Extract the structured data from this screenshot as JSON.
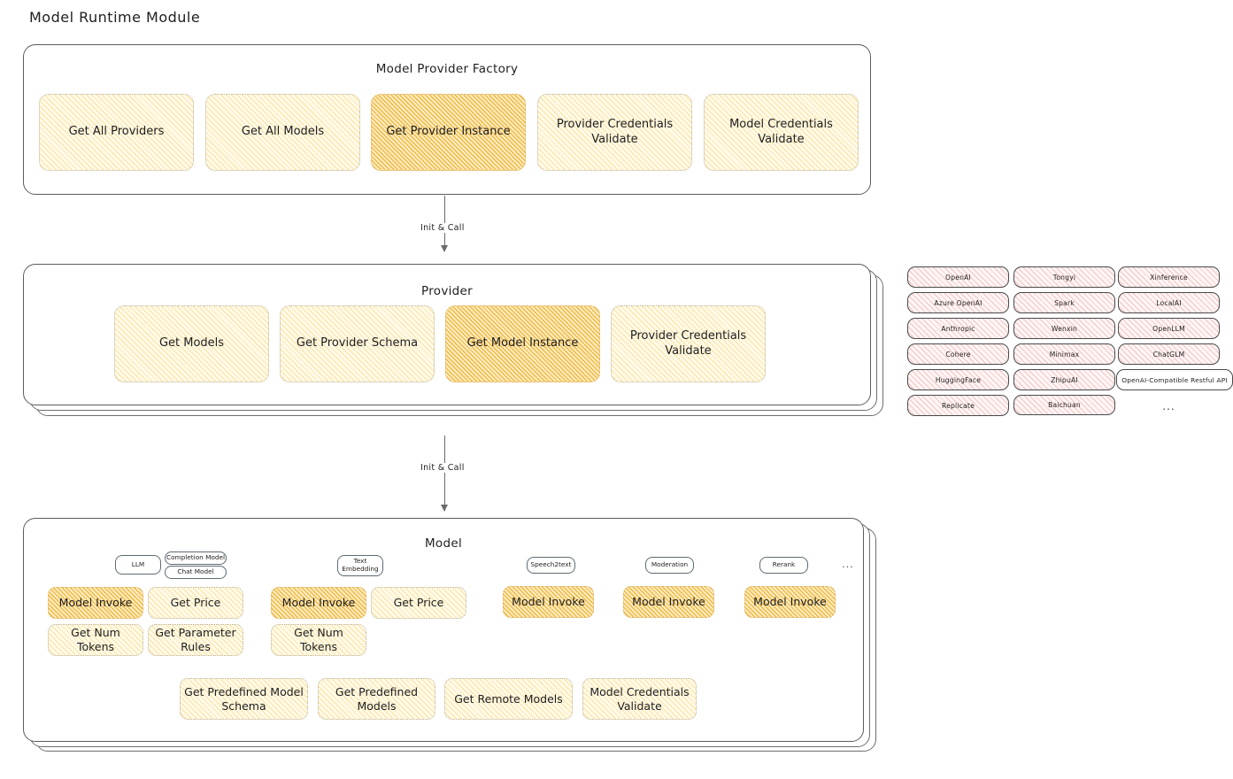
{
  "page": {
    "title": "Model Runtime Module"
  },
  "factory": {
    "title": "Model Provider Factory",
    "methods": [
      {
        "label": "Get All Providers",
        "highlight": false
      },
      {
        "label": "Get All Models",
        "highlight": false
      },
      {
        "label": "Get Provider Instance",
        "highlight": true
      },
      {
        "label": "Provider Credentials Validate",
        "highlight": false
      },
      {
        "label": "Model Credentials Validate",
        "highlight": false
      }
    ]
  },
  "arrow1": {
    "label": "Init & Call"
  },
  "provider": {
    "title": "Provider",
    "methods": [
      {
        "label": "Get Models",
        "highlight": false
      },
      {
        "label": "Get Provider Schema",
        "highlight": false
      },
      {
        "label": "Get Model Instance",
        "highlight": true
      },
      {
        "label": "Provider Credentials Validate",
        "highlight": false
      }
    ]
  },
  "arrow2": {
    "label": "Init & Call"
  },
  "provider_list": {
    "columns": [
      [
        "OpenAI",
        "Azure OpenAI",
        "Anthropic",
        "Cohere",
        "HuggingFace",
        "Replicate"
      ],
      [
        "Tongyi",
        "Spark",
        "Wenxin",
        "Minimax",
        "ZhipuAI",
        "Baichuan"
      ],
      [
        "Xinference",
        "LocalAI",
        "OpenLLM",
        "ChatGLM",
        "OpenAI-Compatible Restful API"
      ]
    ],
    "more": "..."
  },
  "model": {
    "title": "Model",
    "more": "...",
    "types": [
      {
        "chip": "LLM",
        "chip_accent": true,
        "subchips": [
          "Completion Model",
          "Chat Model"
        ],
        "methods": [
          "Model Invoke",
          "Get Price",
          "Get Num Tokens",
          "Get Parameter Rules"
        ]
      },
      {
        "chip": "Text\nEmbedding",
        "chip_accent": true,
        "subchips": [],
        "methods": [
          "Model Invoke",
          "Get Price",
          "Get Num Tokens"
        ]
      },
      {
        "chip": "Speech2text",
        "chip_accent": true,
        "subchips": [],
        "methods": [
          "Model Invoke"
        ]
      },
      {
        "chip": "Moderation",
        "chip_accent": true,
        "subchips": [],
        "methods": [
          "Model Invoke"
        ]
      },
      {
        "chip": "Rerank",
        "chip_accent": true,
        "subchips": [],
        "methods": [
          "Model Invoke"
        ]
      }
    ],
    "shared_methods": [
      "Get Predefined Model Schema",
      "Get Predefined Models",
      "Get Remote Models",
      "Model Credentials Validate"
    ]
  },
  "colors": {
    "fill_yellow": "#fffaea",
    "fill_orange": "#fdecc3",
    "fill_rose": "#fff5f5",
    "fill_blue": "#eaf4fb",
    "stroke": "#5c5c5c",
    "text": "#1e1e1e"
  }
}
